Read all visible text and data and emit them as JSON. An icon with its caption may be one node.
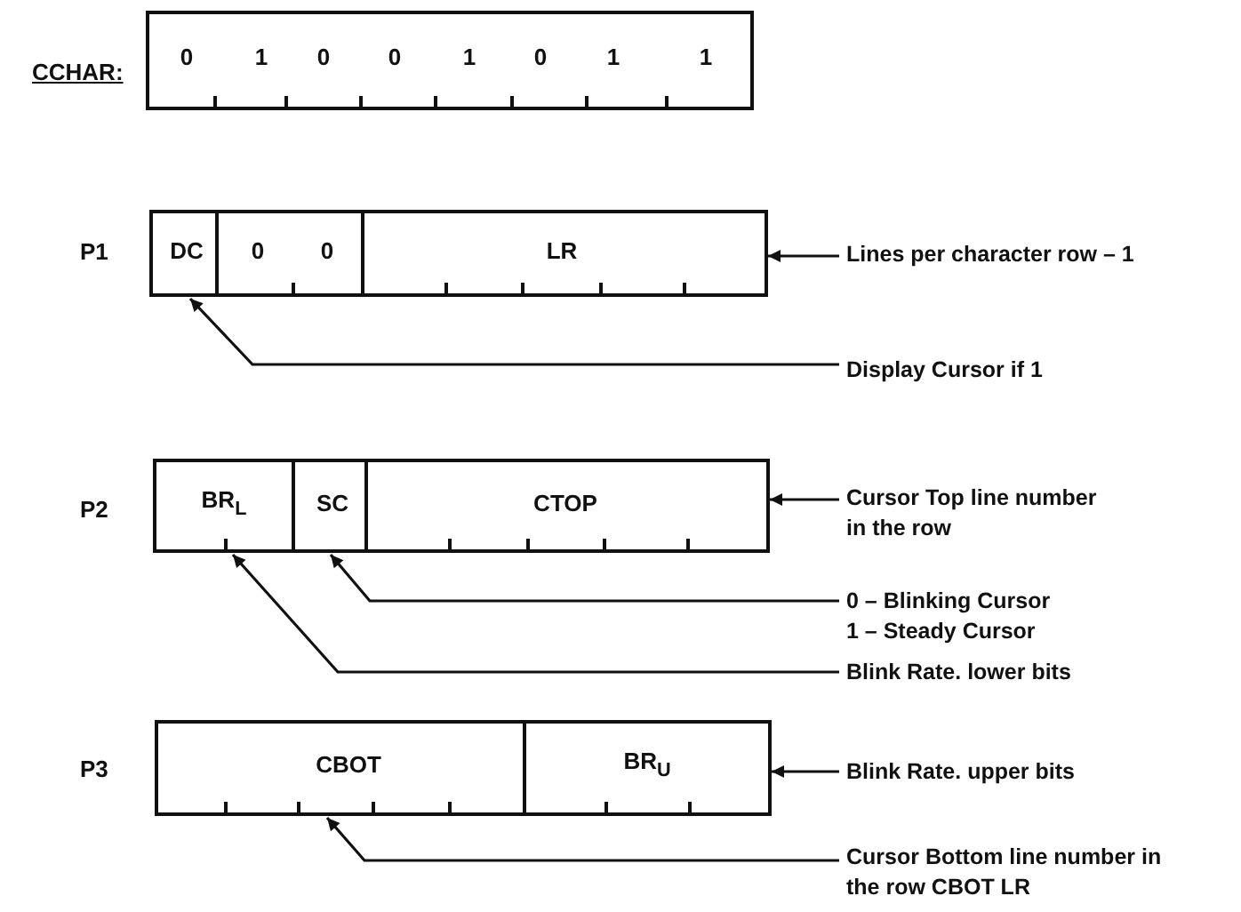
{
  "diagram": {
    "nodes": [
      {
        "text": [
          "0",
          "1",
          "0",
          "0",
          "1",
          "0",
          "1",
          "1"
        ]
      },
      {
        "text": [
          "DC"
        ]
      },
      {
        "text": [
          "0",
          "0"
        ]
      },
      {
        "text": [
          "LR"
        ]
      },
      {
        "text": [
          "Lines per character row – 1"
        ]
      },
      {
        "text": [
          "Display Cursor if 1"
        ]
      },
      {
        "text": [
          "BR$_{L}$"
        ]
      },
      {
        "text": [
          "SC"
        ]
      },
      {
        "text": [
          "CTOP"
        ]
      },
      {
        "text": [
          "Cursor Top line number in the row"
        ]
      },
      {
        "text": [
          "0 – Blinking Cursor",
          "1 – Steady Cursor"
        ]
      },
      {
        "text": [
          "Blink Rate. lower bits"
        ]
      },
      {
        "text": [
          "CBOT"
        ]
      },
      {
        "text": [
          "BR$_{U}$"
        ]
      },
      {
        "text": [
          "Blink Rate. upper bits"
        ]
      },
      {
        "text": [
          "Cursor Bottom line number in the row CBOT LR"
        ]
      }
    ],
    "edges": [
      {
        "from": 4,
        "to": 3,
        "arrow": "to"
      },
      {
        "from": 5,
        "to": 1,
        "arrow": "to"
      },
      {
        "from": 9,
        "to": 8,
        "arrow": "to"
      },
      {
        "from": 10,
        "to": 7,
        "arrow": "to"
      },
      {
        "from": 11,
        "to": 6,
        "arrow": "to"
      },
      {
        "from": 14,
        "to": 13,
        "arrow": "to"
      },
      {
        "from": 15,
        "to": 12,
        "arrow": "to"
      }
    ],
    "labels": [
      "CCHAR:",
      "P1",
      "P2",
      "P3"
    ]
  }
}
